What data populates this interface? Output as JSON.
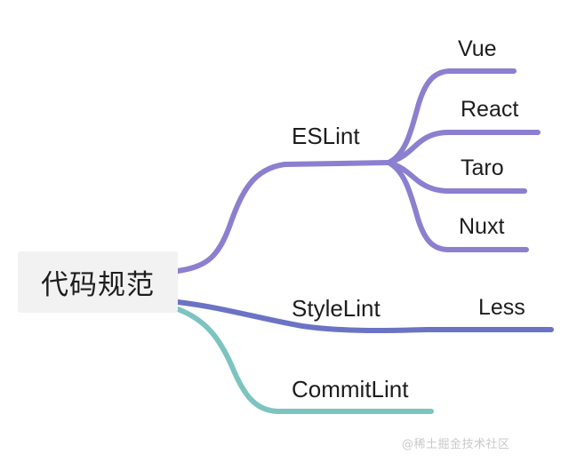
{
  "diagram": {
    "type": "mind-map",
    "title": "代码规范",
    "background_color": "#ffffff",
    "root": {
      "label": "代码规范",
      "box_color": "#f2f2f3",
      "text_color": "#1d1d1f"
    },
    "branches": [
      {
        "label": "ESLint",
        "color": "#8b7fd0",
        "children": [
          {
            "label": "Vue",
            "color": "#8b7fd0"
          },
          {
            "label": "React",
            "color": "#8b7fd0"
          },
          {
            "label": "Taro",
            "color": "#8b7fd0"
          },
          {
            "label": "Nuxt",
            "color": "#8b7fd0"
          }
        ]
      },
      {
        "label": "StyleLint",
        "color": "#6b73c4",
        "children": [
          {
            "label": "Less",
            "color": "#6b73c4"
          }
        ]
      },
      {
        "label": "CommitLint",
        "color": "#7dc4c0",
        "children": []
      }
    ],
    "watermark": "@稀土掘金技术社区"
  }
}
